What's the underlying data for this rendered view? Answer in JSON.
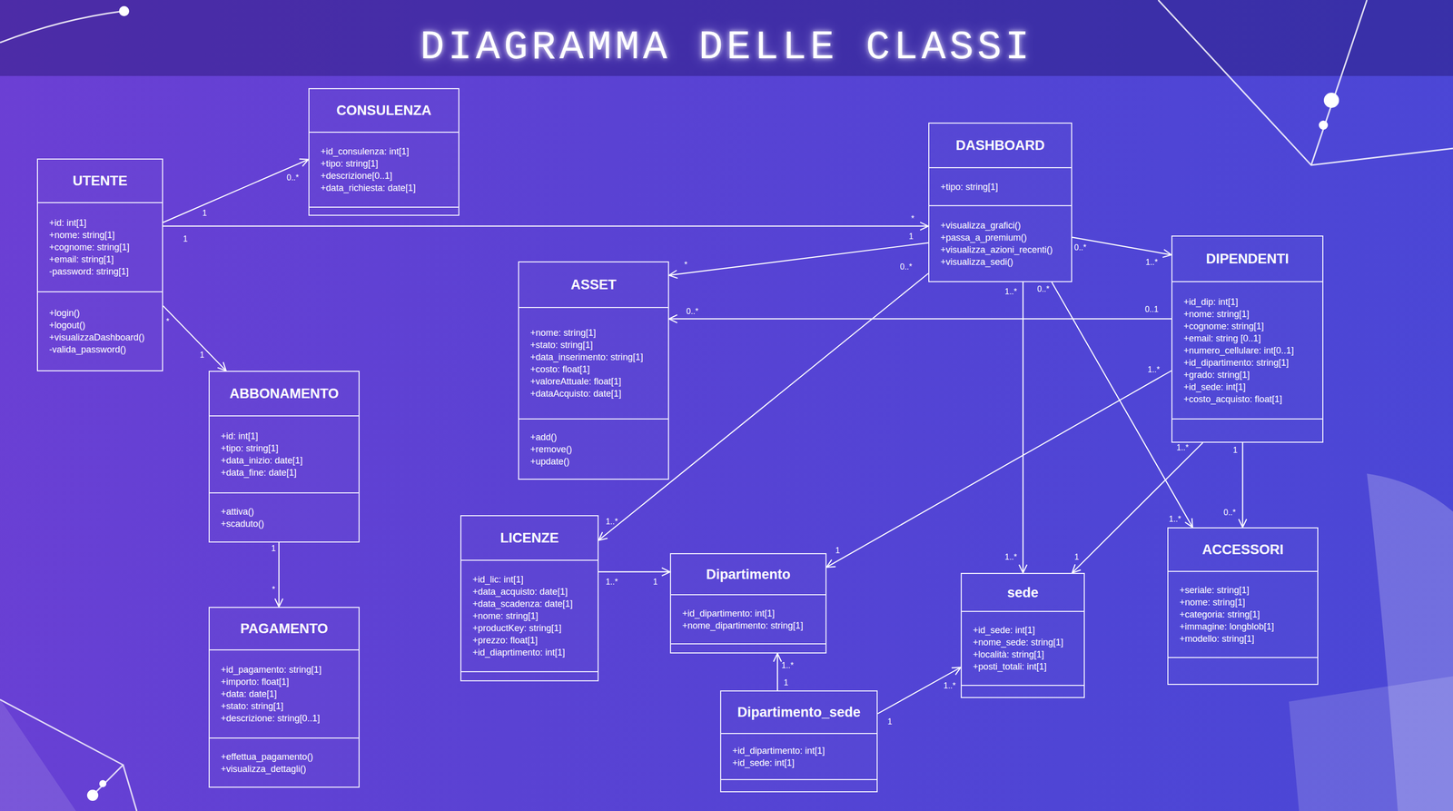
{
  "diagram": {
    "title": "DIAGRAMMA DELLE CLASSI",
    "nodes": [
      {
        "text": [
          "UTENTE",
          "+id: int[1]",
          "+nome: string[1]",
          "+cognome: string[1]",
          "+email: string[1]",
          "-password: string[1]",
          "+login()",
          "+logout()",
          "+visualizzaDashboard()",
          "-valida_password()"
        ]
      },
      {
        "text": [
          "CONSULENZA",
          "+id_consulenza: int[1]",
          "+tipo: string[1]",
          "+descrizione[0..1]",
          "+data_richiesta: date[1]"
        ]
      },
      {
        "text": [
          "DASHBOARD",
          "+tipo: string[1]",
          "+visualizza_grafici()",
          "+passa_a_premium()",
          "+visualizza_azioni_recenti()",
          "+visualizza_sedi()"
        ]
      },
      {
        "text": [
          "DIPENDENTI",
          "+id_dip: int[1]",
          "+nome: string[1]",
          "+cognome: string[1]",
          "+email: string [0..1]",
          "+numero_cellulare: int[0..1]",
          "+id_dipartimento: string[1]",
          "+grado: string[1]",
          "+id_sede: int[1]",
          "+costo_acquisto: float[1]"
        ]
      },
      {
        "text": [
          "ASSET",
          "+nome: string[1]",
          "+stato: string[1]",
          "+data_inserimento: string[1]",
          "+costo: float[1]",
          "+valoreAttuale: float[1]",
          "+dataAcquisto: date[1]",
          "+add()",
          "+remove()",
          "+update()"
        ]
      },
      {
        "text": [
          "ABBONAMENTO",
          "+id: int[1]",
          "+tipo: string[1]",
          "+data_inizio: date[1]",
          "+data_fine: date[1]",
          "+attiva()",
          "+scaduto()"
        ]
      },
      {
        "text": [
          "LICENZE",
          "+id_lic: int[1]",
          "+data_acquisto: date[1]",
          "+data_scadenza: date[1]",
          "+nome: string[1]",
          "+productKey: string[1]",
          "+prezzo: float[1]",
          "+id_diaprtimento: int[1]"
        ]
      },
      {
        "text": [
          "Dipartimento",
          "+id_dipartimento: int[1]",
          "+nome_dipartimento: string[1]"
        ]
      },
      {
        "text": [
          "sede",
          "+id_sede: int[1]",
          "+nome_sede: string[1]",
          "+località: string[1]",
          "+posti_totali: int[1]"
        ]
      },
      {
        "text": [
          "ACCESSORI",
          "+seriale: string[1]",
          "+nome: string[1]",
          "+categoria: string[1]",
          "+immagine: longblob[1]",
          "+modello: string[1]"
        ]
      },
      {
        "text": [
          "PAGAMENTO",
          "+id_pagamento: string[1]",
          "+importo: float[1]",
          "+data: date[1]",
          "+stato: string[1]",
          "+descrizione: string[0..1]",
          "+effettua_pagamento()",
          "+visualizza_dettagli()"
        ]
      },
      {
        "text": [
          "Dipartimento_sede",
          "+id_dipartimento: int[1]",
          "+id_sede: int[1]"
        ]
      }
    ],
    "edges": [
      {
        "from": 0,
        "to": 1,
        "arrow": "to"
      },
      {
        "from": 0,
        "to": 2,
        "arrow": "to"
      },
      {
        "from": 0,
        "to": 5,
        "arrow": "to"
      },
      {
        "from": 5,
        "to": 10,
        "arrow": "to"
      },
      {
        "from": 2,
        "to": 4,
        "arrow": "to"
      },
      {
        "from": 2,
        "to": 3,
        "arrow": "to"
      },
      {
        "from": 3,
        "to": 4,
        "arrow": "to"
      },
      {
        "from": 2,
        "to": 6,
        "arrow": "to"
      },
      {
        "from": 2,
        "to": 8,
        "arrow": "to"
      },
      {
        "from": 2,
        "to": 9,
        "arrow": "to"
      },
      {
        "from": 3,
        "to": 7,
        "arrow": "to"
      },
      {
        "from": 3,
        "to": 8,
        "arrow": "to"
      },
      {
        "from": 3,
        "to": 9,
        "arrow": "to"
      },
      {
        "from": 6,
        "to": 7,
        "arrow": "to"
      },
      {
        "from": 11,
        "to": 7,
        "arrow": "to"
      },
      {
        "from": 11,
        "to": 8,
        "arrow": "to"
      }
    ],
    "labels": [
      "1",
      "0..*",
      "1",
      "*",
      "*",
      "1",
      "1",
      "*",
      "1",
      "*",
      "0..*",
      "1..*",
      "0..1",
      "0..*",
      "0..*",
      "1..*",
      "1..*",
      "1..*",
      "0..*",
      "1..*",
      "1..*",
      "1",
      "1..*",
      "1",
      "1",
      "0..*",
      "1..*",
      "1",
      "1",
      "1..*",
      "1",
      "1..*"
    ]
  }
}
